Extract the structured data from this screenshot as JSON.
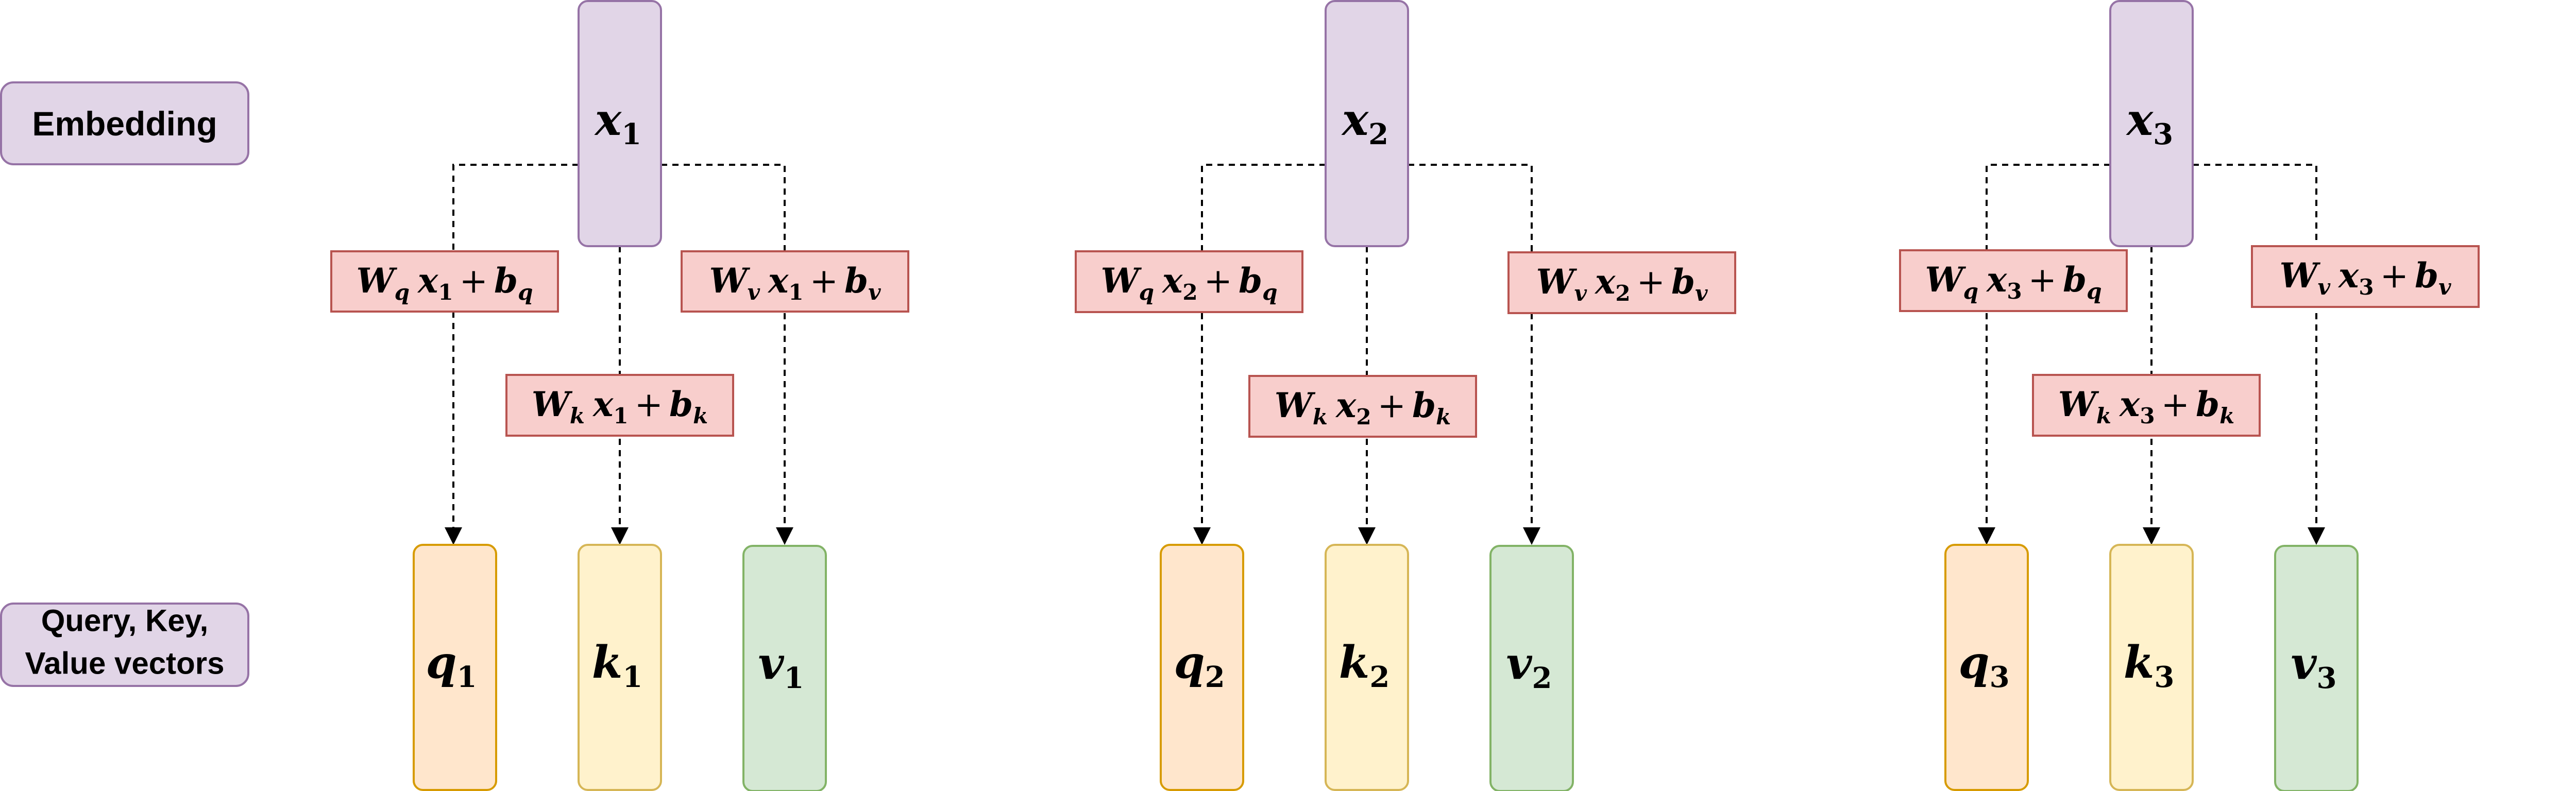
{
  "side_labels": {
    "embedding": "Embedding",
    "qkv_line1": "Query, Key,",
    "qkv_line2": "Value vectors"
  },
  "colors": {
    "embedding_fill": "#e1d5e7",
    "embedding_stroke": "#9673a6",
    "transform_fill": "#f8cecc",
    "transform_stroke": "#b85450",
    "query_fill": "#ffe6cc",
    "query_stroke": "#d79b00",
    "key_fill": "#fff2cc",
    "key_stroke": "#d6b656",
    "value_fill": "#d5e8d4",
    "value_stroke": "#82b366"
  },
  "groups": [
    {
      "x": {
        "base": "x",
        "sub": "1"
      },
      "wq": {
        "w": "W",
        "wsub": "q",
        "x": "x",
        "xsub": "1",
        "plus": "+",
        "b": "b",
        "bsub": "q"
      },
      "wk": {
        "w": "W",
        "wsub": "k",
        "x": "x",
        "xsub": "1",
        "plus": "+",
        "b": "b",
        "bsub": "k"
      },
      "wv": {
        "w": "W",
        "wsub": "v",
        "x": "x",
        "xsub": "1",
        "plus": "+",
        "b": "b",
        "bsub": "v"
      },
      "q": {
        "base": "q",
        "sub": "1"
      },
      "k": {
        "base": "k",
        "sub": "1"
      },
      "v": {
        "base": "v",
        "sub": "1"
      }
    },
    {
      "x": {
        "base": "x",
        "sub": "2"
      },
      "wq": {
        "w": "W",
        "wsub": "q",
        "x": "x",
        "xsub": "2",
        "plus": "+",
        "b": "b",
        "bsub": "q"
      },
      "wk": {
        "w": "W",
        "wsub": "k",
        "x": "x",
        "xsub": "2",
        "plus": "+",
        "b": "b",
        "bsub": "k"
      },
      "wv": {
        "w": "W",
        "wsub": "v",
        "x": "x",
        "xsub": "2",
        "plus": "+",
        "b": "b",
        "bsub": "v"
      },
      "q": {
        "base": "q",
        "sub": "2"
      },
      "k": {
        "base": "k",
        "sub": "2"
      },
      "v": {
        "base": "v",
        "sub": "2"
      }
    },
    {
      "x": {
        "base": "x",
        "sub": "3"
      },
      "wq": {
        "w": "W",
        "wsub": "q",
        "x": "x",
        "xsub": "3",
        "plus": "+",
        "b": "b",
        "bsub": "q"
      },
      "wk": {
        "w": "W",
        "wsub": "k",
        "x": "x",
        "xsub": "3",
        "plus": "+",
        "b": "b",
        "bsub": "k"
      },
      "wv": {
        "w": "W",
        "wsub": "v",
        "x": "x",
        "xsub": "3",
        "plus": "+",
        "b": "b",
        "bsub": "v"
      },
      "q": {
        "base": "q",
        "sub": "3"
      },
      "k": {
        "base": "k",
        "sub": "3"
      },
      "v": {
        "base": "v",
        "sub": "3"
      }
    }
  ]
}
